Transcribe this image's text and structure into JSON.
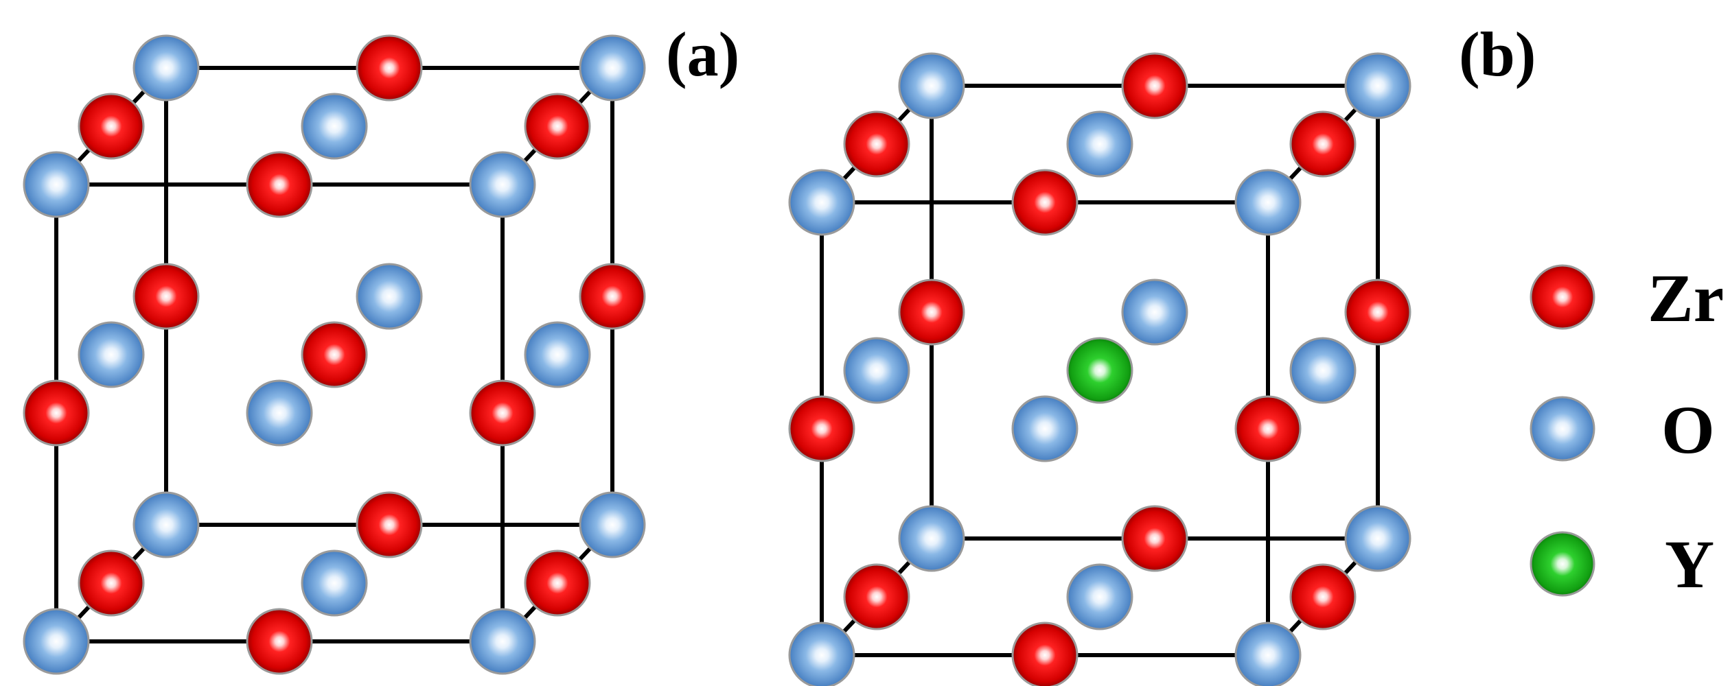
{
  "panels": [
    {
      "id": "a",
      "label": "(a)",
      "center_atom": "Zr"
    },
    {
      "id": "b",
      "label": "(b)",
      "center_atom": "Y"
    }
  ],
  "legend": {
    "items": [
      {
        "symbol": "Zr",
        "label": "Zr",
        "color": "#e0000c"
      },
      {
        "symbol": "O",
        "label": "O",
        "color": "#6fa3db"
      },
      {
        "symbol": "Y",
        "label": "Y",
        "color": "#19b519"
      }
    ]
  },
  "colors": {
    "Zr": "#e0000c",
    "O": "#6fa3db",
    "Y": "#19b519",
    "edges": "#000000"
  }
}
